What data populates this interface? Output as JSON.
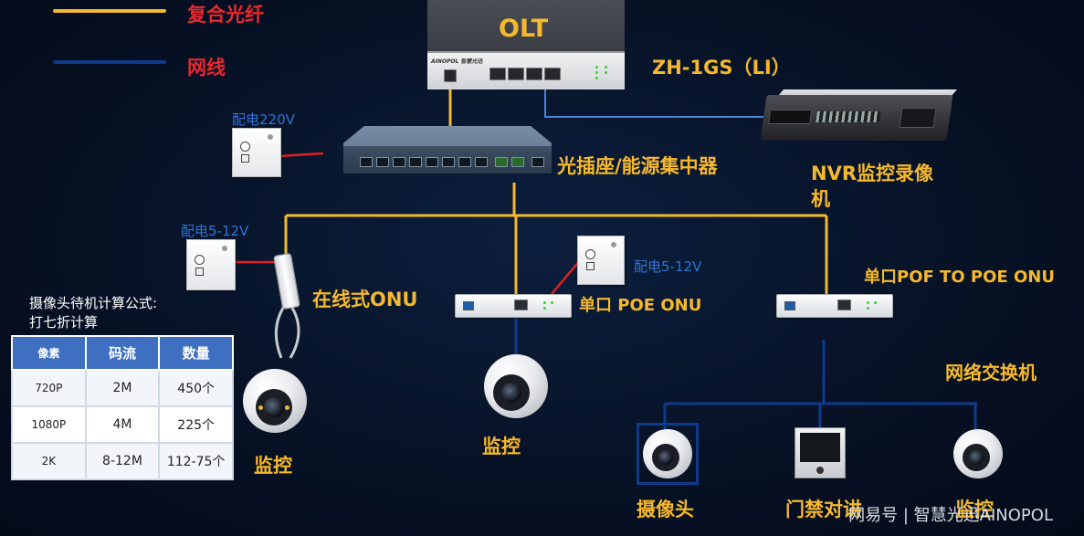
{
  "legend": {
    "fiber_label": "复合光纤",
    "cable_label": "网线",
    "fiber_color": "#f6b82c",
    "cable_color": "#0f3a8c"
  },
  "olt": {
    "title": "OLT",
    "model": "ZH-1GS（LI）",
    "brand_text": "AINOPOL 智慧光迅"
  },
  "hub": {
    "label": "光插座/能源集中器"
  },
  "nvr": {
    "label_line1": "NVR监控录像",
    "label_line2": "机"
  },
  "power": {
    "hub_power": "配电220V",
    "inline_power": "配电5-12V",
    "poe_power": "配电5-12V"
  },
  "devices": {
    "inline_onu": "在线式ONU",
    "poe_onu": "单口 POE ONU",
    "pof_onu": "单口POF TO POE  ONU",
    "switch": "网络交换机",
    "cam_left": "监控",
    "cam_mid": "监控",
    "cam_bl": "摄像头",
    "intercom": "门禁对讲",
    "cam_br": "监控"
  },
  "formula": {
    "line1": "摄像头待机计算公式:",
    "line2": "打七折计算"
  },
  "table": {
    "headers": [
      "像素",
      "码流",
      "数量"
    ],
    "rows": [
      [
        "720P",
        "2M",
        "450个"
      ],
      [
        "1080P",
        "4M",
        "225个"
      ],
      [
        "2K",
        "8-12M",
        "112-75个"
      ]
    ]
  },
  "watermark": "网易号 | 智慧光迅AINOPOL"
}
